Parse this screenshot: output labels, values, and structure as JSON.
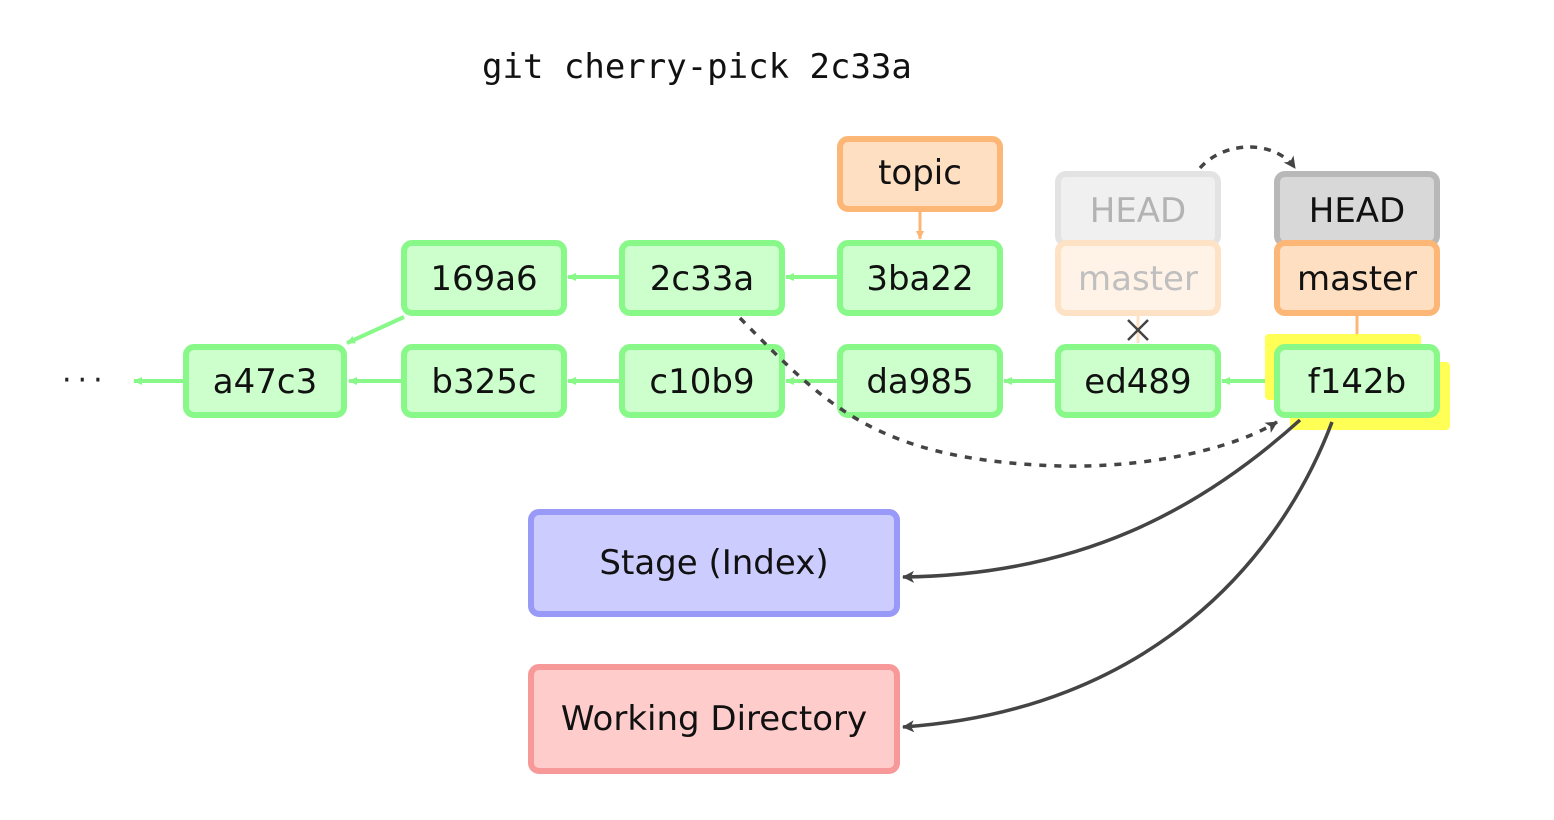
{
  "command": "git cherry-pick 2c33a",
  "ellipsis": "···",
  "commits": {
    "c169a6": "169a6",
    "c2c33a": "2c33a",
    "c3ba22": "3ba22",
    "ca47c3": "a47c3",
    "cb325c": "b325c",
    "cc10b9": "c10b9",
    "cda985": "da985",
    "ced489": "ed489",
    "cf142b": "f142b"
  },
  "refs": {
    "topic": "topic",
    "head_old": "HEAD",
    "master_old": "master",
    "head_new": "HEAD",
    "master_new": "master"
  },
  "areas": {
    "stage": "Stage (Index)",
    "working": "Working Directory"
  },
  "colors": {
    "commit_fill": "#ccffcc",
    "commit_border": "#88f888",
    "branch_fill": "#ffdfc2",
    "branch_border": "#fcb777",
    "head_fill": "#d8d8d8",
    "head_border": "#b8b8b8",
    "stage_fill": "#ccccff",
    "stage_border": "#9999f8",
    "working_fill": "#ffcccc",
    "working_border": "#f89999",
    "highlight": "#ffff55",
    "arrow_dark": "#444444"
  }
}
